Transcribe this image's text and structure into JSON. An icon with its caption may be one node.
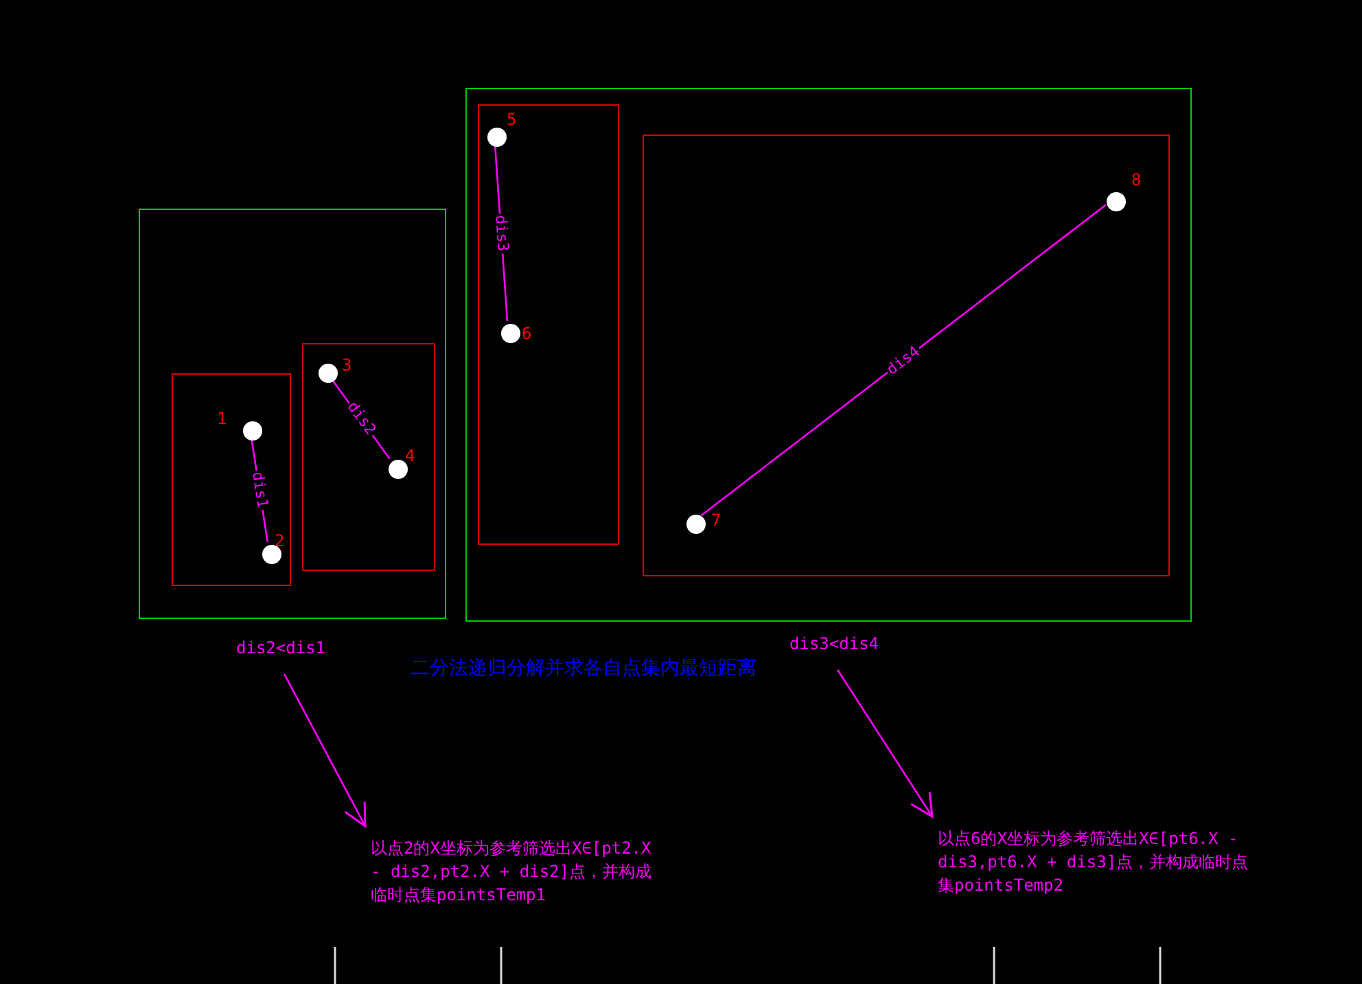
{
  "diagram": {
    "title": "二分法递归分解并求各自点集内最短距离",
    "nodes": [
      {
        "text": [],
        "shape": "box"
      },
      {
        "text": [],
        "shape": "box",
        "in": 0
      },
      {
        "text": [],
        "shape": "box",
        "in": 0
      },
      {
        "text": [
          "1"
        ],
        "in": 1
      },
      {
        "text": [
          "2"
        ],
        "in": 1
      },
      {
        "text": [
          "3"
        ],
        "in": 2
      },
      {
        "text": [
          "4"
        ],
        "in": 2
      },
      {
        "text": [],
        "shape": "box"
      },
      {
        "text": [],
        "shape": "box",
        "in": 7
      },
      {
        "text": [],
        "shape": "box",
        "in": 7
      },
      {
        "text": [
          "5"
        ],
        "in": 8
      },
      {
        "text": [
          "6"
        ],
        "in": 8
      },
      {
        "text": [
          "7"
        ],
        "in": 9
      },
      {
        "text": [
          "8"
        ],
        "in": 9
      },
      {
        "text": [
          "dis2<dis1"
        ]
      },
      {
        "text": [
          "以点2的X坐标为参考筛选出X∈[pt2.X - dis2,pt2.X + dis2]点，并构成临时点集pointsTemp1"
        ]
      },
      {
        "text": [
          "dis3<dis4"
        ]
      },
      {
        "text": [
          "以点6的X坐标为参考筛选出X∈[pt6.X - dis3,pt6.X + dis3]点，并构成临时点集pointsTemp2"
        ]
      }
    ],
    "edges": [
      {
        "from": 3,
        "to": 4,
        "arrow": "none",
        "label": "dis1"
      },
      {
        "from": 5,
        "to": 6,
        "arrow": "none",
        "label": "dis2"
      },
      {
        "from": 10,
        "to": 11,
        "arrow": "none",
        "label": "dis3"
      },
      {
        "from": 12,
        "to": 13,
        "arrow": "none",
        "label": "dis4"
      },
      {
        "from": 14,
        "to": 15,
        "arrow": "to"
      },
      {
        "from": 16,
        "to": 17,
        "arrow": "to"
      }
    ]
  }
}
